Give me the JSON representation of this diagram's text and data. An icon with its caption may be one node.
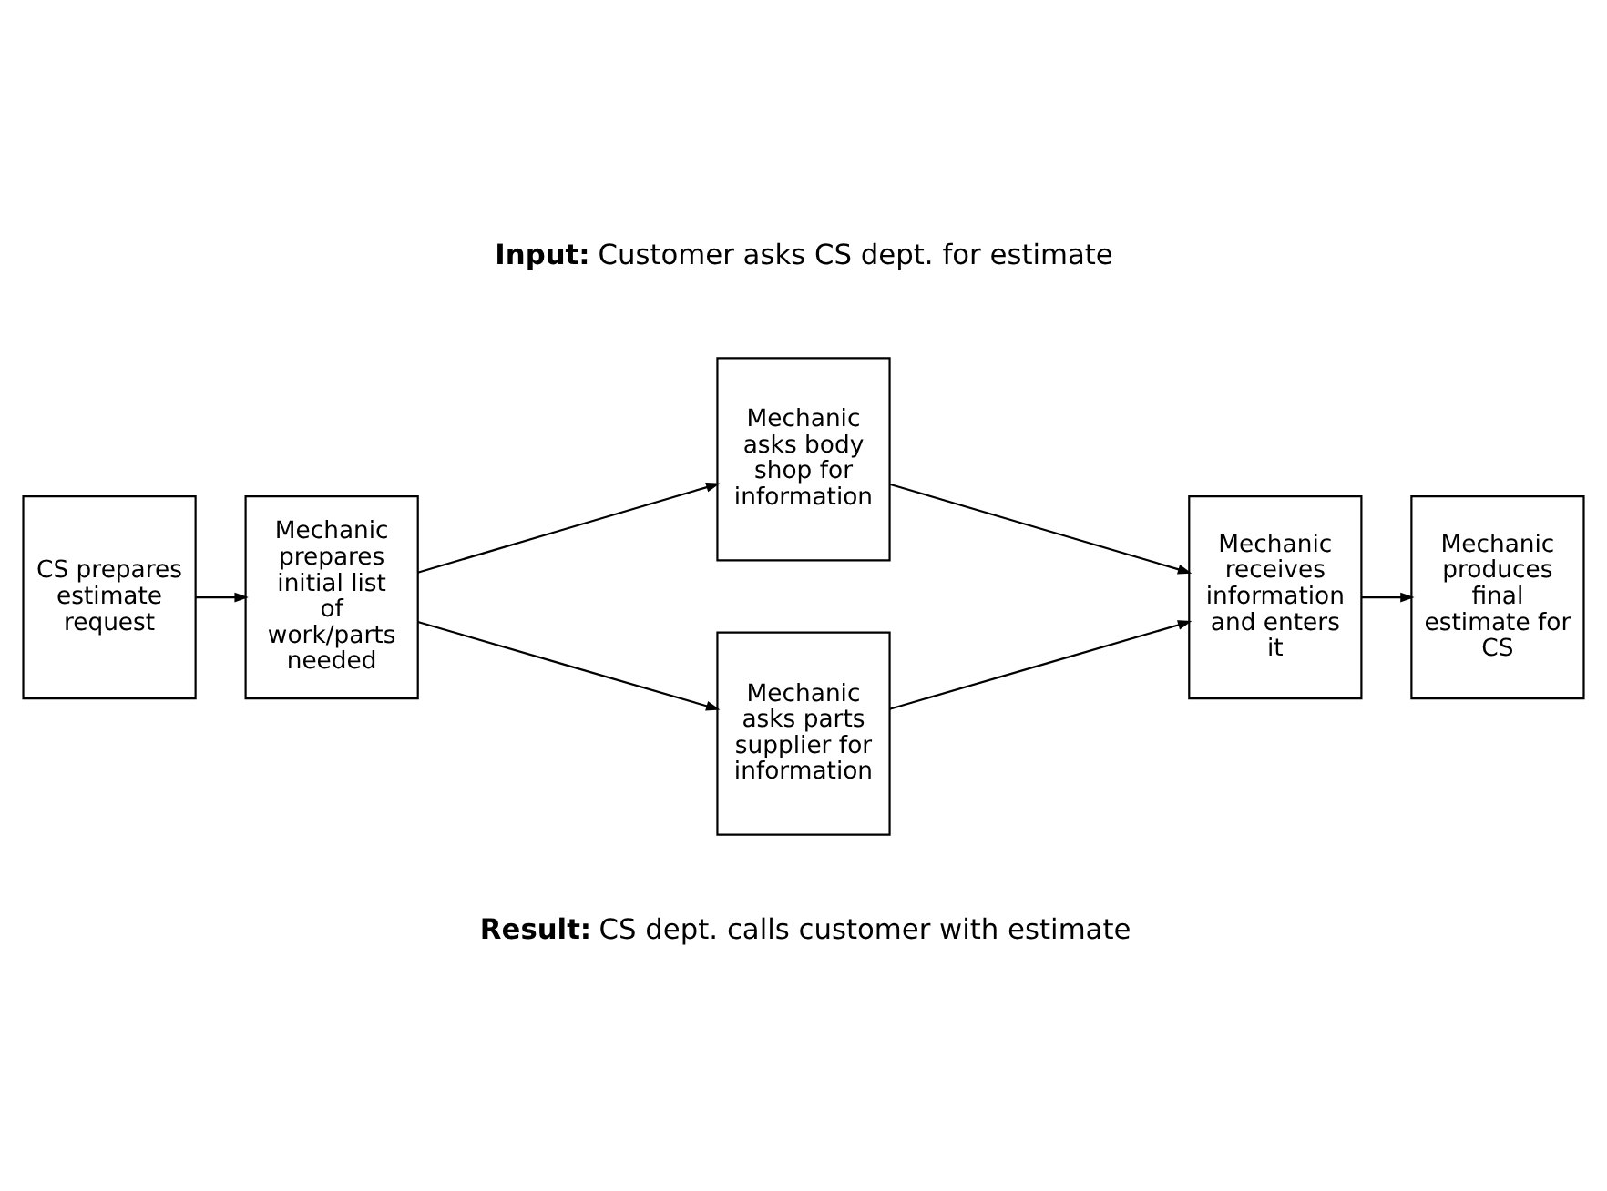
{
  "diagram": {
    "nodes": [
      {
        "text": [
          "CS prepares estimate request"
        ]
      },
      {
        "text": [
          "Mechanic prepares initial list of work/parts needed"
        ]
      },
      {
        "text": [
          "Mechanic asks body shop for information"
        ]
      },
      {
        "text": [
          "Mechanic asks parts supplier for information"
        ]
      },
      {
        "text": [
          "Mechanic receives information and enters it"
        ]
      },
      {
        "text": [
          "Mechanic produces final estimate for CS"
        ]
      }
    ],
    "edges": [
      {
        "from": 0,
        "to": 1,
        "arrow": "to"
      },
      {
        "from": 1,
        "to": 2,
        "arrow": "to"
      },
      {
        "from": 1,
        "to": 3,
        "arrow": "to"
      },
      {
        "from": 2,
        "to": 4,
        "arrow": "to"
      },
      {
        "from": 3,
        "to": 4,
        "arrow": "to"
      },
      {
        "from": 4,
        "to": 5,
        "arrow": "to"
      }
    ],
    "labels": [
      "**Input:** Customer asks CS dept. for estimate",
      "**Result:** CS dept. calls customer with estimate"
    ]
  }
}
